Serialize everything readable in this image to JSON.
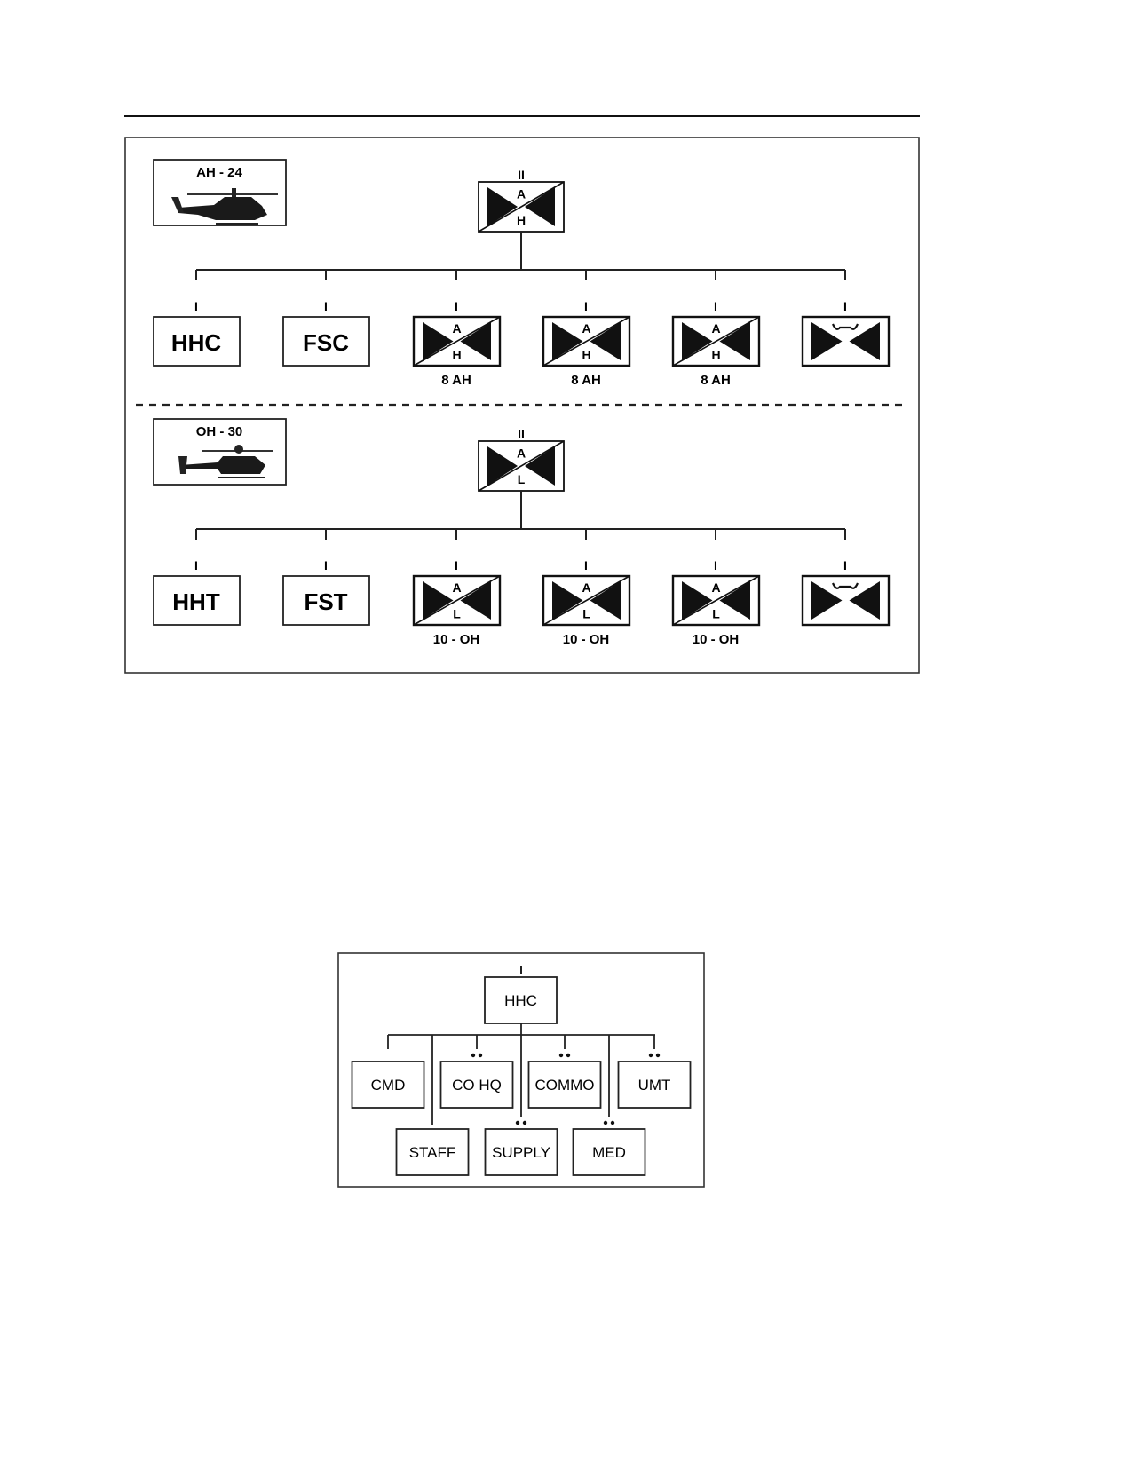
{
  "figure1": {
    "attack": {
      "aircraft_label": "AH - 24",
      "echelon": "II",
      "hq_letters": [
        "A",
        "H"
      ],
      "units": [
        {
          "type": "text",
          "label": "HHC"
        },
        {
          "type": "text",
          "label": "FSC"
        },
        {
          "type": "aviation",
          "letters": [
            "A",
            "H"
          ],
          "caption": "8 AH"
        },
        {
          "type": "aviation",
          "letters": [
            "A",
            "H"
          ],
          "caption": "8 AH"
        },
        {
          "type": "aviation",
          "letters": [
            "A",
            "H"
          ],
          "caption": "8 AH"
        },
        {
          "type": "maintenance"
        }
      ],
      "unit_echelon": "I"
    },
    "recon": {
      "aircraft_label": "OH - 30",
      "echelon": "II",
      "hq_letters": [
        "A",
        "L"
      ],
      "units": [
        {
          "type": "text",
          "label": "HHT"
        },
        {
          "type": "text",
          "label": "FST"
        },
        {
          "type": "aviation",
          "letters": [
            "A",
            "L"
          ],
          "caption": "10 - OH"
        },
        {
          "type": "aviation",
          "letters": [
            "A",
            "L"
          ],
          "caption": "10 -  OH"
        },
        {
          "type": "aviation",
          "letters": [
            "A",
            "L"
          ],
          "caption": "10 -  OH"
        },
        {
          "type": "maintenance"
        }
      ],
      "unit_echelon": "I"
    }
  },
  "figure2": {
    "root": "HHC",
    "top_row": [
      "CMD",
      "CO HQ",
      "COMMO",
      "UMT"
    ],
    "bottom_row": [
      "STAFF",
      "SUPPLY",
      "MED"
    ]
  }
}
